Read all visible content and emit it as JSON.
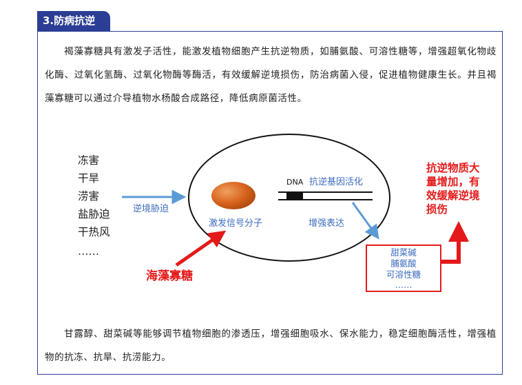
{
  "section": {
    "title": "3.防病抗逆"
  },
  "paragraphs": [
    "褐藻寡糖具有激发子活性，能激发植物细胞产生抗逆物质，如脯氨酸、可溶性糖等，增强超氧化物歧化酶、过氧化氢酶、过氧化物酶等酶活，有效缓解逆境损伤，防治病菌入侵，促进植物健康生长。并且褐藻寡糖可以通过介导植物水杨酸合成路径，降低病原菌活性。",
    "甘露醇、甜菜碱等能够调节植物细胞的渗透压，增强细胞吸水、保水能力，稳定细胞酶活性，增强植物的抗冻、抗旱、抗涝能力。"
  ],
  "diagram": {
    "stresses": [
      "冻害",
      "干旱",
      "涝害",
      "盐胁迫",
      "干热风",
      "……"
    ],
    "stress_arrow_label": "逆境胁迫",
    "signal_label": "激发信号分子",
    "dna_label": "DNA",
    "gene_label": "抗逆基因活化",
    "expression_label": "增强表达",
    "products": [
      "甜菜碱",
      "脯氨酸",
      "可溶性糖",
      "……"
    ],
    "seaweed_label": "海藻寡糖",
    "result_lines": [
      "抗逆物质大",
      "量增加，有",
      "效缓解逆境",
      "损伤"
    ],
    "colors": {
      "navy": "#2b3d94",
      "blue_label": "#3c6cc0",
      "arrow_blue": "#5b9bd5",
      "red": "#e41a1a",
      "signal_orange": "#d8641e"
    }
  }
}
